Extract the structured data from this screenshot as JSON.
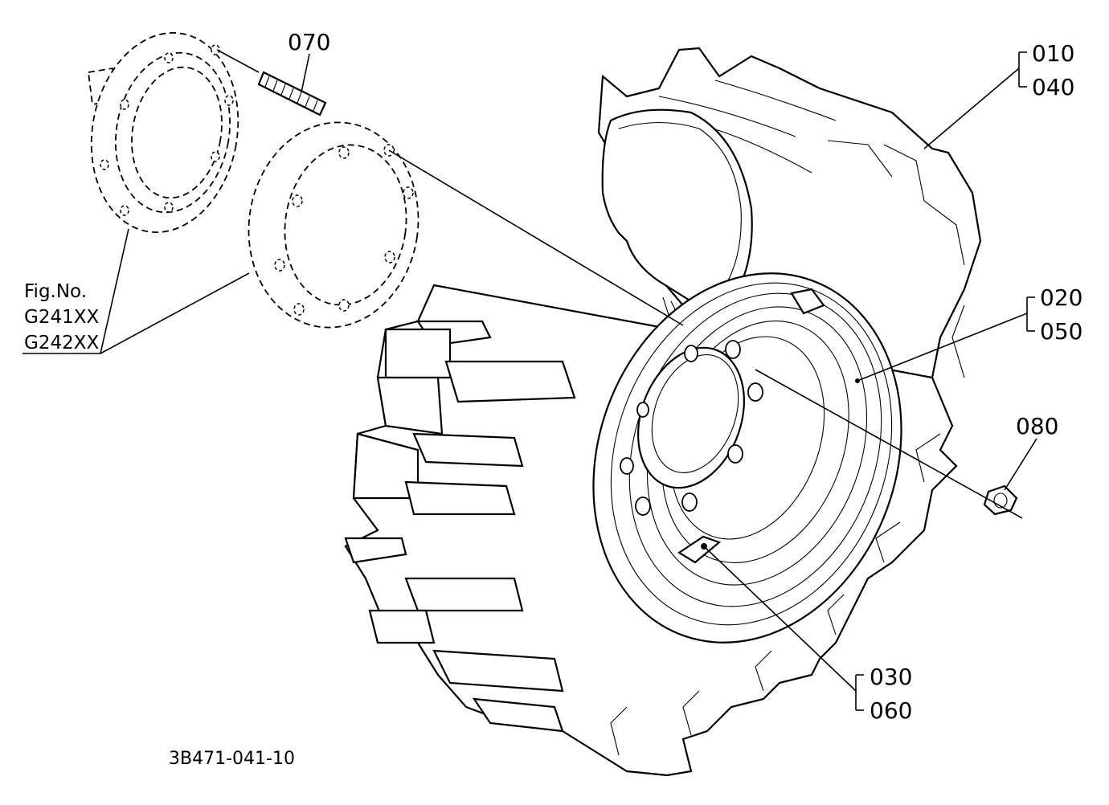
{
  "diagram": {
    "part_numbers": {
      "p010": "010",
      "p040": "040",
      "p020": "020",
      "p050": "050",
      "p030": "030",
      "p060": "060",
      "p070": "070",
      "p080": "080"
    },
    "figure_ref": {
      "label": "Fig.No.",
      "refs": [
        "G241XX",
        "G242XX"
      ]
    },
    "drawing_number": "3B471-041-10"
  }
}
